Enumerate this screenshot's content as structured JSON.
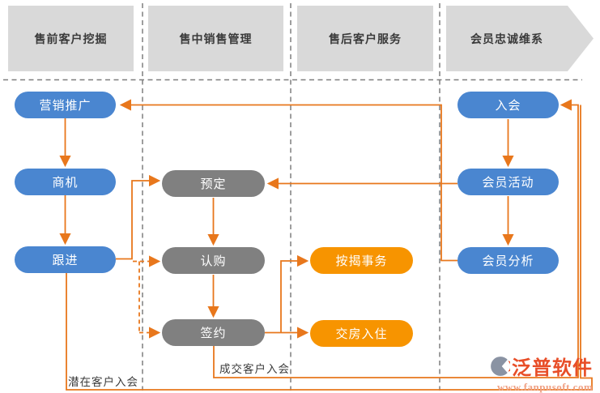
{
  "lanes": [
    {
      "header": "售前客户挖掘"
    },
    {
      "header": "售中销售管理"
    },
    {
      "header": "售后客户服务"
    },
    {
      "header": "会员忠诚维系"
    }
  ],
  "nodes": {
    "marketing": "营销推广",
    "opportunity": "商机",
    "follow_up": "跟进",
    "reservation": "预定",
    "subscription": "认购",
    "signing": "签约",
    "mortgage": "按揭事务",
    "move_in": "交房入住",
    "join": "入会",
    "member_activity": "会员活动",
    "member_analysis": "会员分析"
  },
  "annotations": {
    "potential_join": "潜在客户入会",
    "deal_join": "成交客户入会"
  },
  "logo": {
    "name": "泛普软件",
    "url": "www.fanpusoft.com"
  },
  "colors": {
    "header_bg": "#d9d9d9",
    "blue_node": "#4a86d0",
    "gray_node": "#808080",
    "orange_node": "#f79400",
    "connector": "#e8771c",
    "lane_divider": "#7f7f7f",
    "logo_text": "#e84e28",
    "logo_url": "#f0a184"
  }
}
